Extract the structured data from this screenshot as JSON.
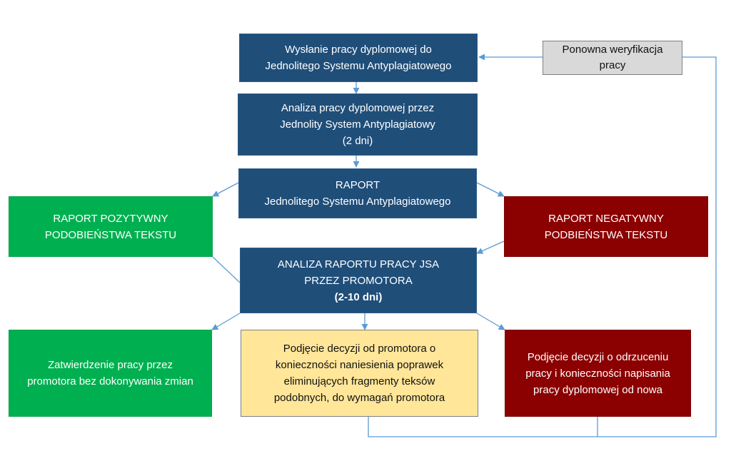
{
  "nodes": {
    "submit": {
      "lines": [
        "Wysłanie pracy dyplomowej do",
        "Jednolitego Systemu Antyplagiatowego"
      ]
    },
    "analysis": {
      "lines": [
        "Analiza pracy dyplomowej przez",
        "Jednolity System Antyplagiatowy",
        "(2 dni)"
      ]
    },
    "report": {
      "lines": [
        "RAPORT",
        "Jednolitego Systemu Antyplagiatowego"
      ]
    },
    "reverify": {
      "lines": [
        "Ponowna weryfikacja",
        "pracy"
      ]
    },
    "positive": {
      "lines": [
        "RAPORT POZYTYWNY",
        "PODOBIEŃSTWA TEKSTU"
      ]
    },
    "negative": {
      "lines": [
        "RAPORT NEGATYWNY",
        "PODBIEŃSTWA TEKSTU"
      ]
    },
    "promoter": {
      "lines": [
        "ANALIZA  RAPORTU PRACY JSA",
        "PRZEZ PROMOTORA"
      ],
      "duration": "(2-10 dni)"
    },
    "approve": {
      "lines": [
        "Zatwierdzenie pracy przez",
        "promotora bez dokonywania zmian"
      ]
    },
    "corrections": {
      "lines": [
        "Podjęcie decyzji od promotora   o",
        "konieczności naniesienia poprawek",
        "eliminujących fragmenty teksów",
        "podobnych,  do wymagań promotora"
      ]
    },
    "reject": {
      "lines": [
        "Podjęcie decyzji o odrzuceniu",
        "pracy i konieczności napisania",
        "pracy dyplomowej  od nowa"
      ]
    }
  },
  "colors": {
    "navy": "#1f4e79",
    "green": "#00b050",
    "darkred": "#8b0000",
    "light_yellow": "#ffe699",
    "light_gray": "#d9d9d9",
    "connector": "#5b9bd5"
  }
}
